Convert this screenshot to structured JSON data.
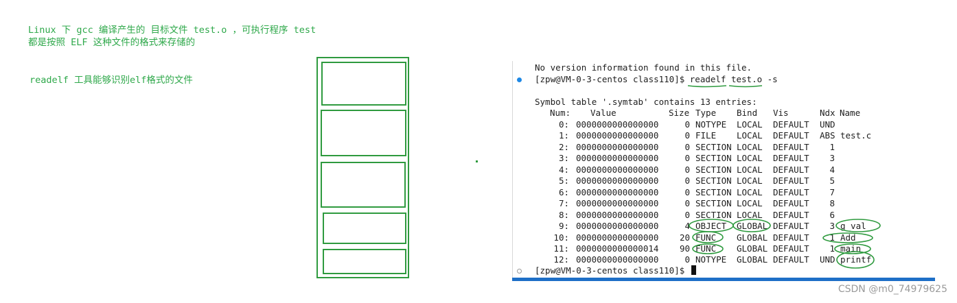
{
  "notes": {
    "line1": "Linux 下 gcc 编译产生的 目标文件 test.o ，可执行程序 test",
    "line2": "都是按照 ELF 这种文件的格式来存储的",
    "line3": "readelf 工具能够识别elf格式的文件"
  },
  "terminal": {
    "line_version": "No version information found in this file.",
    "prompt_cmd": "[zpw@VM-0-3-centos class110]$ readelf test.o -s",
    "symtab_header": "Symbol table '.symtab' contains 13 entries:",
    "columns": [
      "Num:",
      "Value",
      "Size",
      "Type",
      "Bind",
      "Vis",
      "Ndx",
      "Name"
    ],
    "rows": [
      [
        "0:",
        "0000000000000000",
        "0",
        "NOTYPE",
        "LOCAL",
        "DEFAULT",
        "UND",
        ""
      ],
      [
        "1:",
        "0000000000000000",
        "0",
        "FILE",
        "LOCAL",
        "DEFAULT",
        "ABS",
        "test.c"
      ],
      [
        "2:",
        "0000000000000000",
        "0",
        "SECTION",
        "LOCAL",
        "DEFAULT",
        "1",
        ""
      ],
      [
        "3:",
        "0000000000000000",
        "0",
        "SECTION",
        "LOCAL",
        "DEFAULT",
        "3",
        ""
      ],
      [
        "4:",
        "0000000000000000",
        "0",
        "SECTION",
        "LOCAL",
        "DEFAULT",
        "4",
        ""
      ],
      [
        "5:",
        "0000000000000000",
        "0",
        "SECTION",
        "LOCAL",
        "DEFAULT",
        "5",
        ""
      ],
      [
        "6:",
        "0000000000000000",
        "0",
        "SECTION",
        "LOCAL",
        "DEFAULT",
        "7",
        ""
      ],
      [
        "7:",
        "0000000000000000",
        "0",
        "SECTION",
        "LOCAL",
        "DEFAULT",
        "8",
        ""
      ],
      [
        "8:",
        "0000000000000000",
        "0",
        "SECTION",
        "LOCAL",
        "DEFAULT",
        "6",
        ""
      ],
      [
        "9:",
        "0000000000000000",
        "4",
        "OBJECT",
        "GLOBAL",
        "DEFAULT",
        "3",
        "g_val"
      ],
      [
        "10:",
        "0000000000000000",
        "20",
        "FUNC",
        "GLOBAL",
        "DEFAULT",
        "1",
        "Add"
      ],
      [
        "11:",
        "0000000000000014",
        "90",
        "FUNC",
        "GLOBAL",
        "DEFAULT",
        "1",
        "main"
      ],
      [
        "12:",
        "0000000000000000",
        "0",
        "NOTYPE",
        "GLOBAL",
        "DEFAULT",
        "UND",
        "printf"
      ]
    ],
    "final_prompt": "[zpw@VM-0-3-centos class110]$"
  },
  "watermark": "CSDN @m0_74979625",
  "colors": {
    "annotation_green": "#2e9a3e",
    "note_green": "#2ea84a",
    "terminal_accent": "#1e6fc7",
    "bullet_blue": "#1e88e5"
  }
}
